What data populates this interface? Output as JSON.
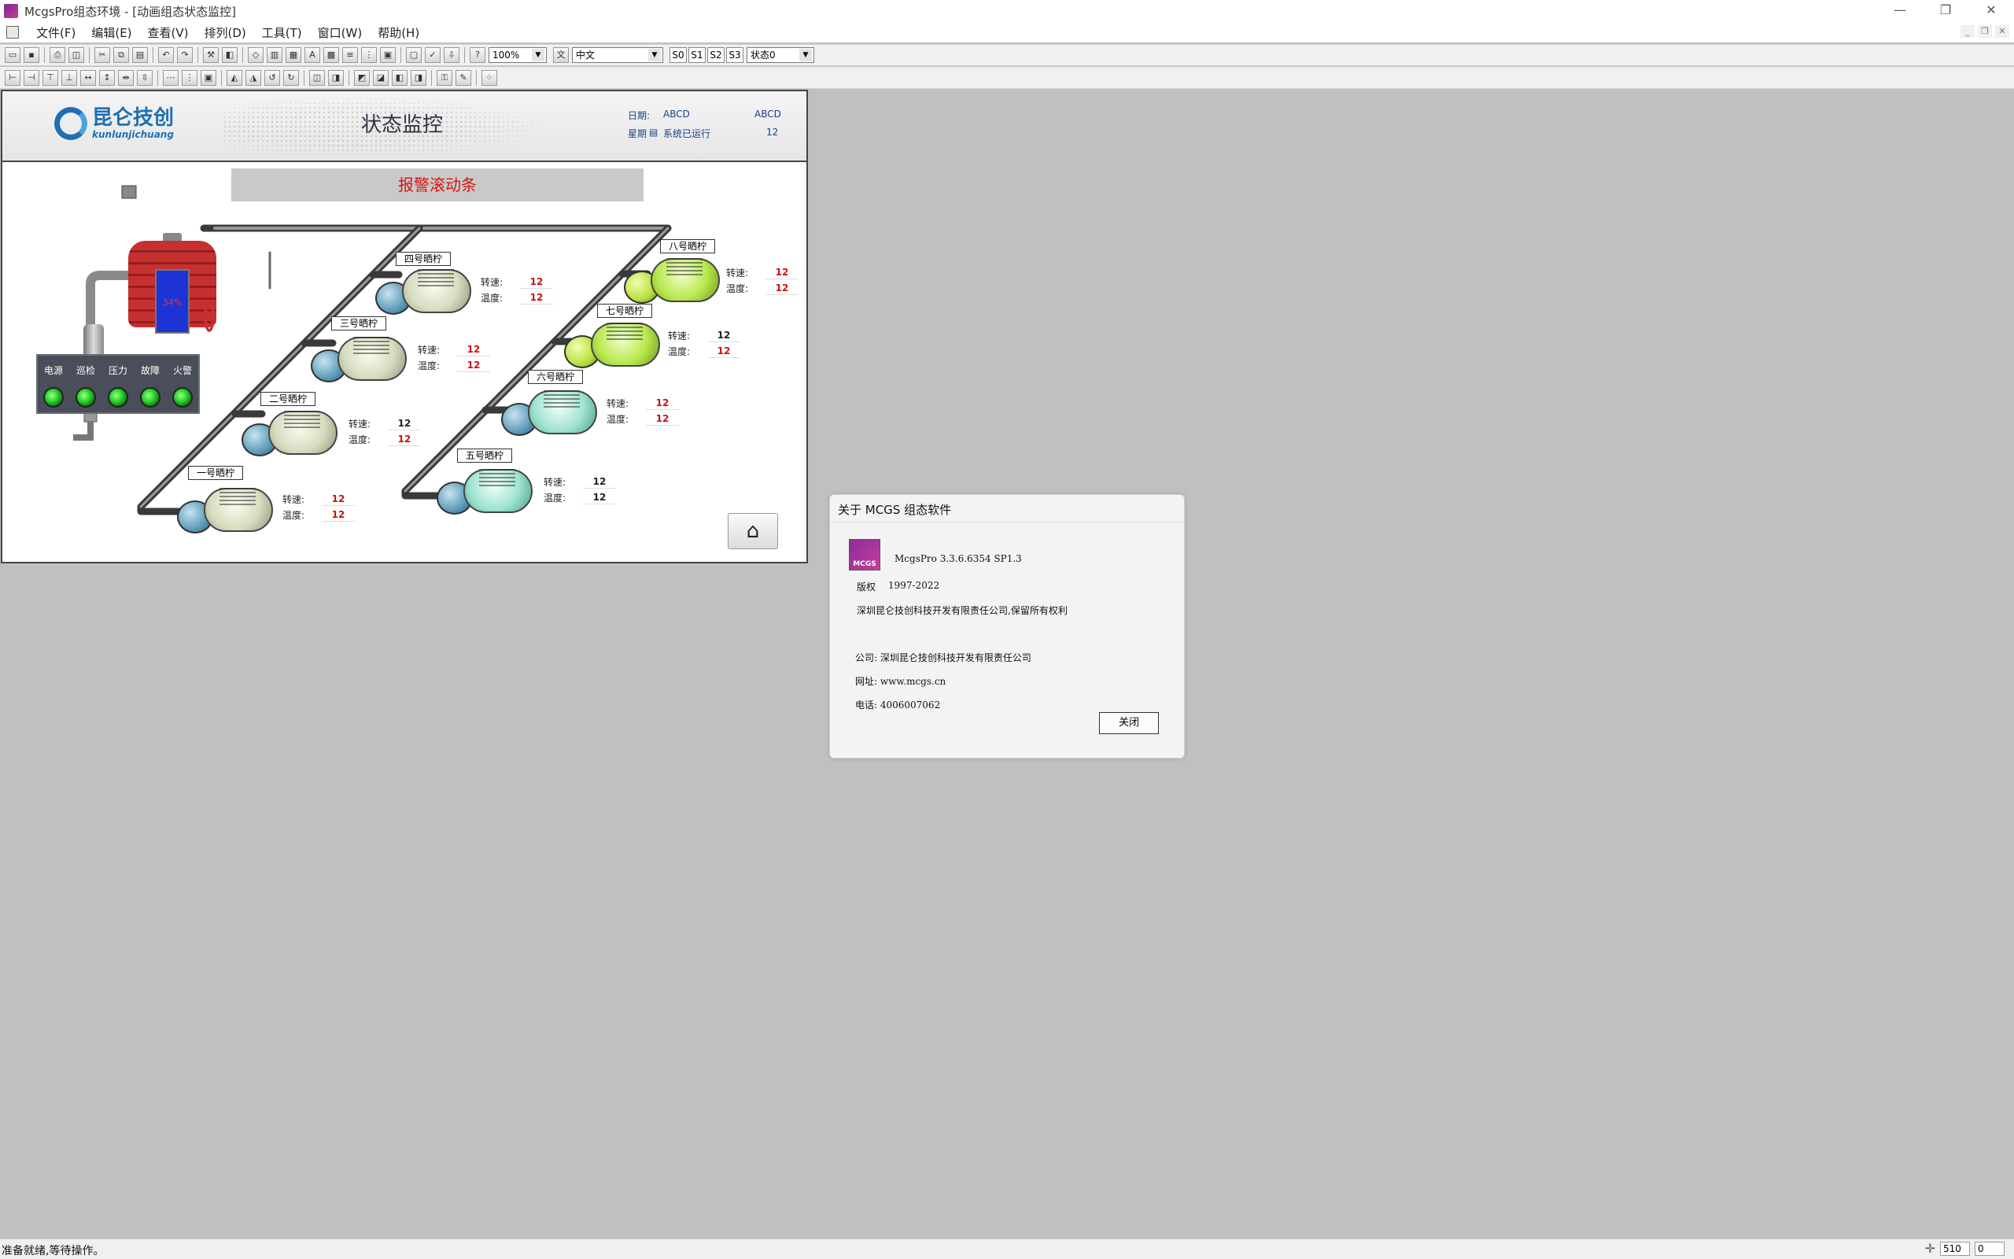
{
  "window": {
    "title": "McgsPro组态环境 - [动画组态状态监控]",
    "controls": [
      "—",
      "❐",
      "✕"
    ]
  },
  "menu": [
    "文件(F)",
    "编辑(E)",
    "查看(V)",
    "排列(D)",
    "工具(T)",
    "窗口(W)",
    "帮助(H)"
  ],
  "toolbar": {
    "zoom": "100%",
    "language": "中文",
    "states": [
      "S0",
      "S1",
      "S2",
      "S3"
    ],
    "state_select": "状态0"
  },
  "canvas": {
    "logo_cn": "昆仑技创",
    "logo_en": "kunlunjichuang",
    "title": "状态监控",
    "date_label": "日期:",
    "date_value": "ABCD",
    "date_value2": "ABCD",
    "week_label": "星期",
    "week_marker": "▤",
    "running_label": "系统已运行",
    "running_value": "12",
    "alarm_text": "报警滚动条",
    "tank_level": "34%",
    "lamps": [
      "电源",
      "巡检",
      "压力",
      "故障",
      "火警"
    ],
    "speed_label": "转速:",
    "temp_label": "温度:",
    "motors": [
      {
        "name": "一号晒柠",
        "speed": "12",
        "temp": "12"
      },
      {
        "name": "二号晒柠",
        "speed": "12",
        "temp": "12"
      },
      {
        "name": "三号晒柠",
        "speed": "12",
        "temp": "12"
      },
      {
        "name": "四号晒柠",
        "speed": "12",
        "temp": "12"
      },
      {
        "name": "五号晒柠",
        "speed": "12",
        "temp": "12"
      },
      {
        "name": "六号晒柠",
        "speed": "12",
        "temp": "12"
      },
      {
        "name": "七号晒柠",
        "speed": "12",
        "temp": "12"
      },
      {
        "name": "八号晒柠",
        "speed": "12",
        "temp": "12"
      }
    ],
    "home_icon": "⌂"
  },
  "about": {
    "title": "关于 MCGS 组态软件",
    "icon_text": "MCGS",
    "version": "McgsPro 3.3.6.6354 SP1.3",
    "copyright_label": "版权",
    "copyright_years": "1997-2022",
    "rights": "深圳昆仑技创科技开发有限责任公司,保留所有权利",
    "company": "公司: 深圳昆仑技创科技开发有限责任公司",
    "website": "网址: www.mcgs.cn",
    "phone": "电话: 4006007062",
    "close_label": "关闭"
  },
  "status": {
    "text": "准备就绪,等待操作。",
    "x": "510",
    "y": "0"
  },
  "colors": {
    "alarm_text": "#dd1111",
    "readout_value": "#cc1111",
    "lamp_on": "#29d72b",
    "tank": "#c53030",
    "tank_fill": "#1d33d6"
  }
}
